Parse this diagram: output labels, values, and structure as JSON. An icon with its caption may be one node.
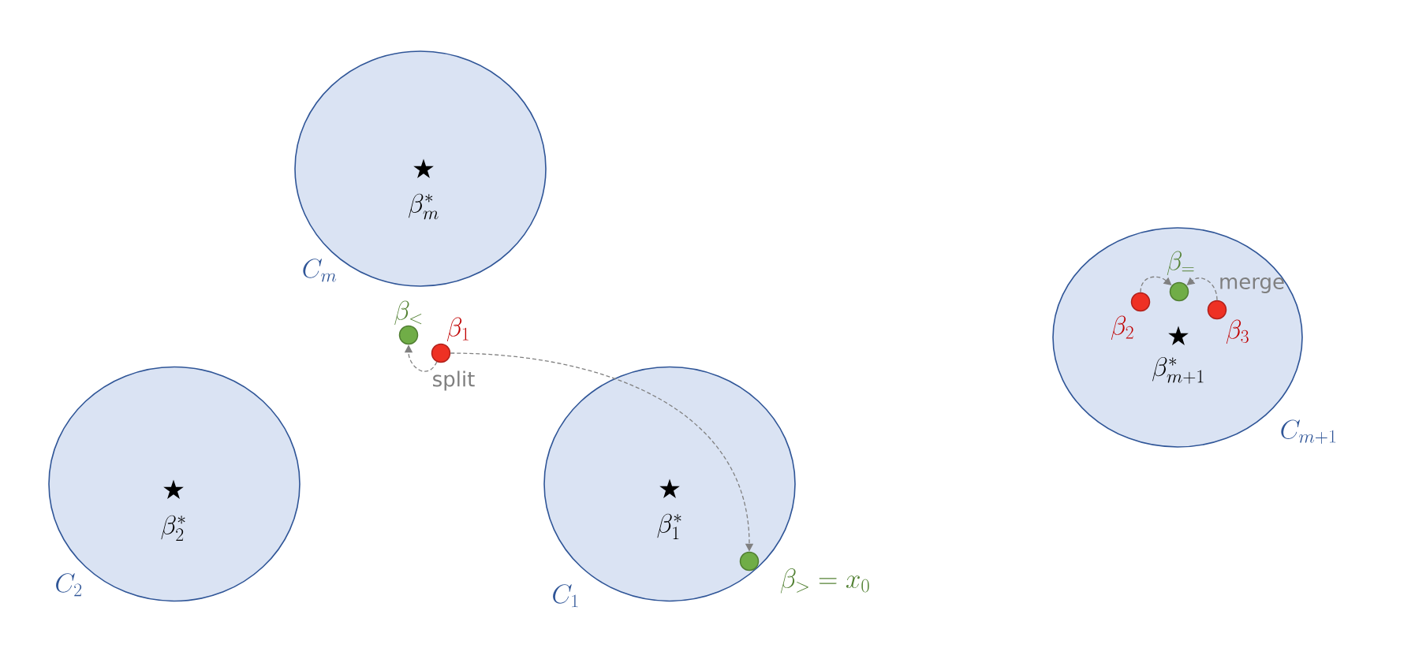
{
  "diagram": {
    "nodes": [
      {
        "text": [
          "C_{m}",
          "\\beta_{m}^{*}"
        ]
      },
      {
        "text": [
          "C_{m+1}",
          "\\beta_{m+1}^{*}"
        ]
      },
      {
        "text": [],
        "shape": "circle",
        "beside": [
          "\\beta_{=}"
        ],
        "in": 1
      },
      {
        "text": [],
        "shape": "circle",
        "beside": [
          "\\beta_{2}"
        ],
        "in": 1
      },
      {
        "text": [],
        "shape": "circle",
        "beside": [
          "\\beta_{3}"
        ],
        "in": 1
      },
      {
        "text": [],
        "shape": "circle",
        "beside": [
          "\\beta_{<}"
        ]
      },
      {
        "text": [],
        "shape": "circle",
        "beside": [
          "\\beta_{1}"
        ]
      },
      {
        "text": [
          "C_{2}",
          "\\beta_{2}^{*}"
        ]
      },
      {
        "text": [
          "C_{1}",
          "\\beta_{1}^{*}"
        ]
      },
      {
        "text": [],
        "shape": "circle",
        "beside": [
          "\\beta_{>} = x_{0}"
        ],
        "in": 8
      }
    ],
    "edges": [
      {
        "from": 6,
        "to": 5,
        "arrow": "to",
        "style": "dashed",
        "label": "split"
      },
      {
        "from": 6,
        "to": 9,
        "arrow": "to",
        "style": "dashed"
      },
      {
        "from": 3,
        "to": 2,
        "arrow": "to",
        "style": "dashed"
      },
      {
        "from": 4,
        "to": 2,
        "arrow": "to",
        "style": "dashed",
        "label": "merge"
      }
    ]
  }
}
